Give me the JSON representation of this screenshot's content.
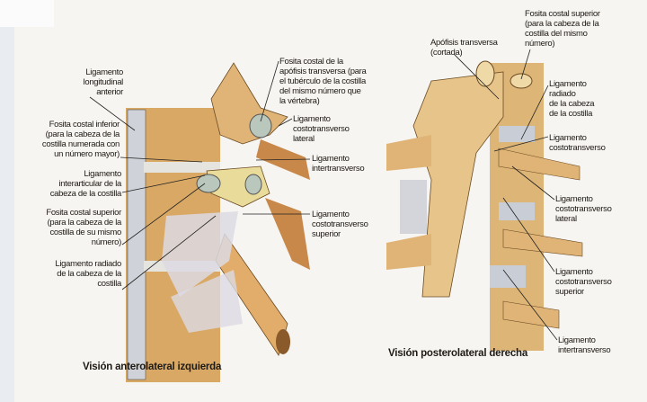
{
  "left_figure": {
    "caption": "Visión anterolateral izquierda",
    "labels": [
      "Ligamento\nlongitudinal\nanterior",
      "Fosita costal inferior\n(para la cabeza de la\ncostilla numerada con\nun número mayor)",
      "Ligamento\ninterarticular de la\ncabeza de la costilla",
      "Fosita costal superior\n(para la cabeza de la\ncostilla de su mismo\nnúmero)",
      "Ligamento radiado\nde la cabeza de la\ncostilla",
      "Fosita costal de la\napófisis transversa (para\nel tubérculo de la costilla\ndel mismo número que\nla vértebra)",
      "Ligamento\ncostotransverso\nlateral",
      "Ligamento\nintertransverso",
      "Ligamento\ncostotransverso\nsuperior"
    ]
  },
  "right_figure": {
    "caption": "Visión posterolateral derecha",
    "labels": [
      "Fosita costal superior\n(para la cabeza de la\ncostilla del mismo\nnúmero)",
      "Apófisis transversa\n(cortada)",
      "Ligamento\nradiado\nde la cabeza\nde la costilla",
      "Ligamento\ncostotransverso",
      "Ligamento\ncostotransverso\nlateral",
      "Ligamento\ncostotransverso\nsuperior",
      "Ligamento\nintertransverso"
    ]
  },
  "colors": {
    "bone": "#d9a865",
    "bone_light": "#ecd09a",
    "ligament": "#c9cdd6",
    "cartilage": "#b9c7bd"
  }
}
